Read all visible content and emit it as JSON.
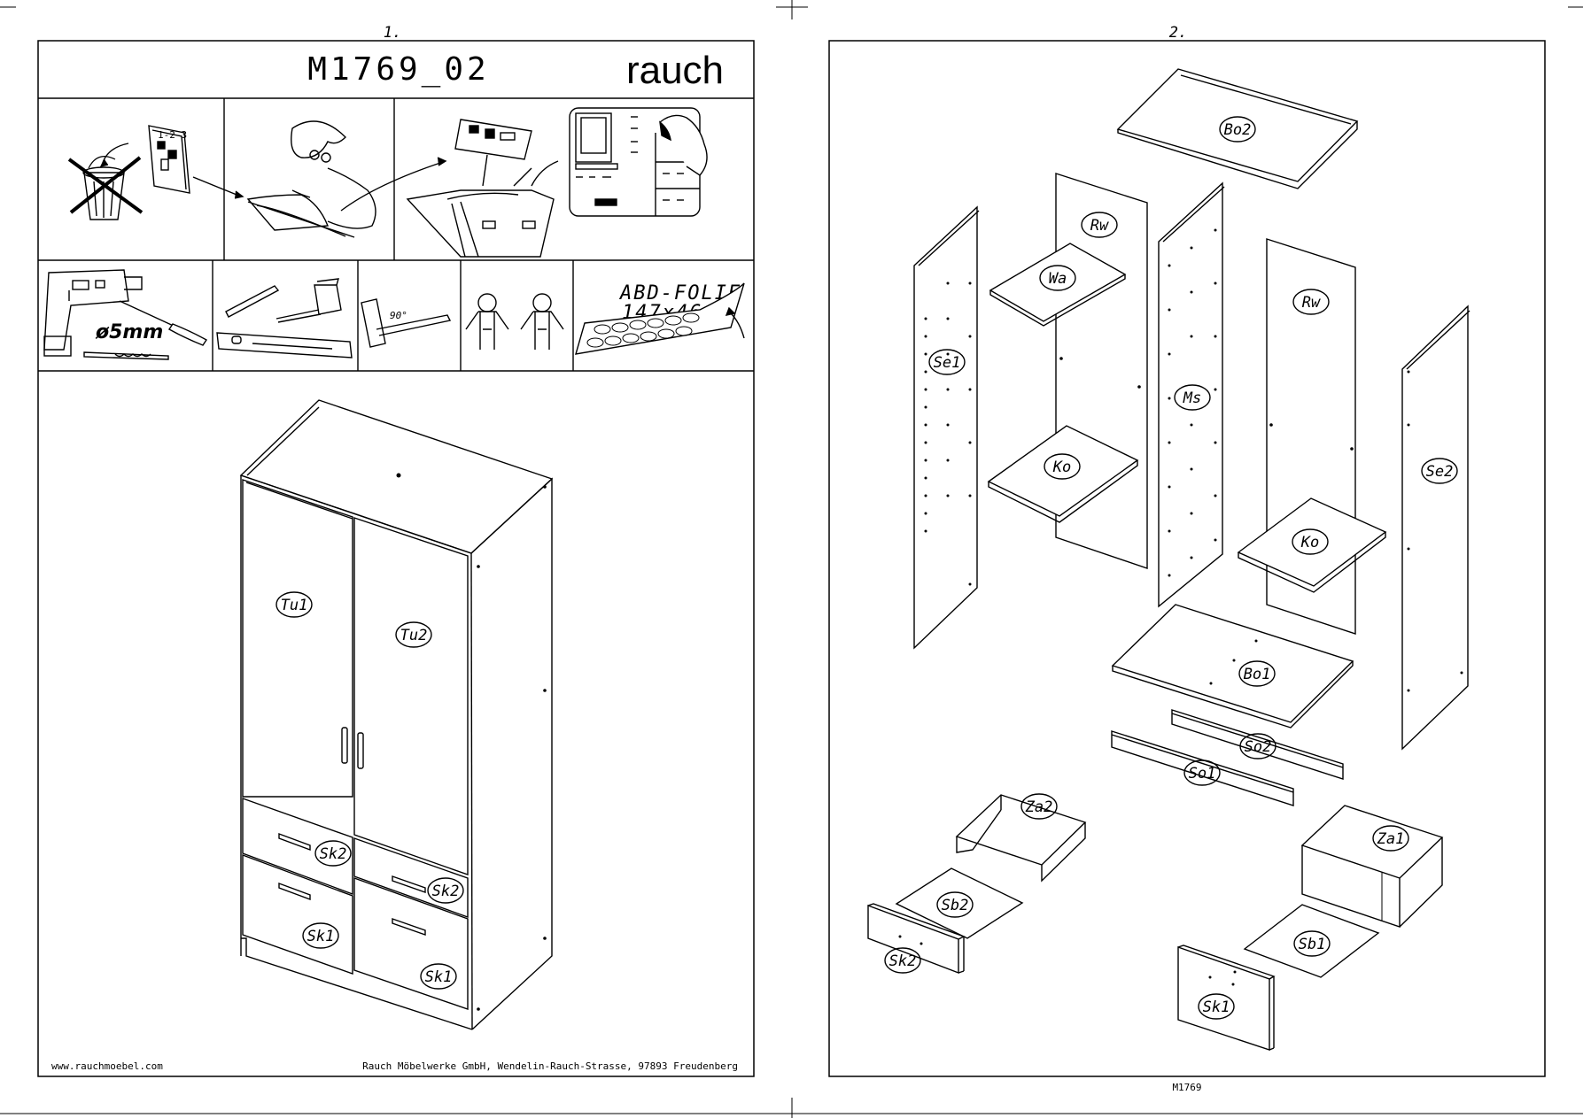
{
  "page1": {
    "number": "1.",
    "title": "M1769_02",
    "brand": "rauch",
    "drill_size": "ø5mm",
    "angle": "90°",
    "foil_line1": "ABD-FOLIE",
    "foil_line2": "147x46",
    "booklet_mark": "1-2-3",
    "footer_left": "www.rauchmoebel.com",
    "footer_right": "Rauch Möbelwerke GmbH, Wendelin-Rauch-Strasse, 97893 Freudenberg",
    "assembled_parts": [
      "Tu1",
      "Tu2",
      "Sk2",
      "Sk2",
      "Sk1",
      "Sk1"
    ]
  },
  "page2": {
    "number": "2.",
    "footer": "M1769",
    "parts": [
      "Bo2",
      "Rw",
      "Wa",
      "Se1",
      "Ms",
      "Rw",
      "Ko",
      "Se2",
      "Ko",
      "Bo1",
      "So2",
      "So1",
      "Za2",
      "Za1",
      "Sb2",
      "Sk2",
      "Sb1",
      "Sk1"
    ]
  },
  "colors": {
    "ink": "#000000",
    "paper": "#ffffff"
  }
}
